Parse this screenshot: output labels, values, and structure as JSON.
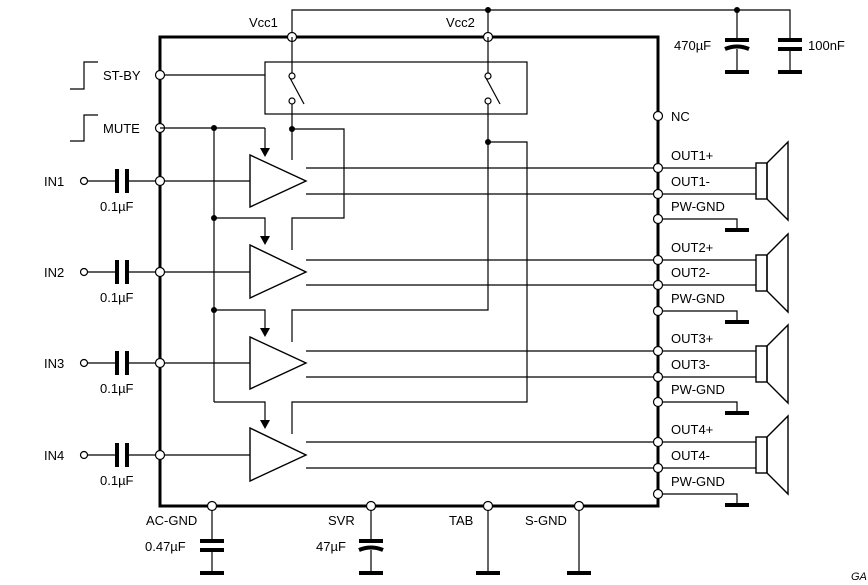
{
  "labels": {
    "vcc1": "Vcc1",
    "vcc2": "Vcc2",
    "cap_470": "470µF",
    "cap_100n": "100nF",
    "stby": "ST-BY",
    "mute": "MUTE",
    "nc": "NC",
    "in1": "IN1",
    "in2": "IN2",
    "in3": "IN3",
    "in4": "IN4",
    "in_cap": "0.1µF",
    "out1p": "OUT1+",
    "out1m": "OUT1-",
    "out2p": "OUT2+",
    "out2m": "OUT2-",
    "out3p": "OUT3+",
    "out3m": "OUT3-",
    "out4p": "OUT4+",
    "out4m": "OUT4-",
    "pwgnd": "PW-GND",
    "acgnd": "AC-GND",
    "svr": "SVR",
    "tab": "TAB",
    "sgnd": "S-GND",
    "cap_047": "0.47µF",
    "cap_47": "47µF",
    "corner": "GA"
  }
}
